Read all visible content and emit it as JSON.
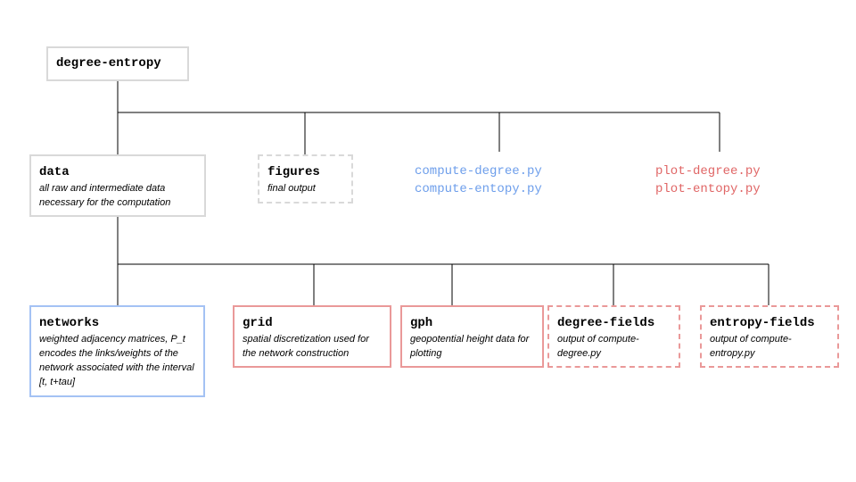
{
  "root": {
    "title": "degree-entropy"
  },
  "data_node": {
    "title": "data",
    "description": "all raw and intermediate data necessary for the computation"
  },
  "figures_node": {
    "title": "figures",
    "description": "final output"
  },
  "compute_scripts": [
    "compute-degree.py",
    "compute-entopy.py"
  ],
  "plot_scripts": [
    "plot-degree.py",
    "plot-entopy.py"
  ],
  "networks_node": {
    "title": "networks",
    "description": "weighted adjacency matrices, P_t encodes the links/weights of the network associated with the interval [t, t+tau]"
  },
  "grid_node": {
    "title": "grid",
    "description": "spatial discretization used for the network construction"
  },
  "gph_node": {
    "title": "gph",
    "description": "geopotential height data for plotting"
  },
  "degree_fields_node": {
    "title": "degree-fields",
    "description": "output of compute-degree.py"
  },
  "entropy_fields_node": {
    "title": "entropy-fields",
    "description": "output of compute-entropy.py"
  },
  "colors": {
    "grey": "#d9d9d9",
    "blue": "#a4c2f4",
    "red": "#ea9999",
    "script_blue": "#6d9eeb",
    "script_red": "#e06666",
    "line": "#000000"
  }
}
